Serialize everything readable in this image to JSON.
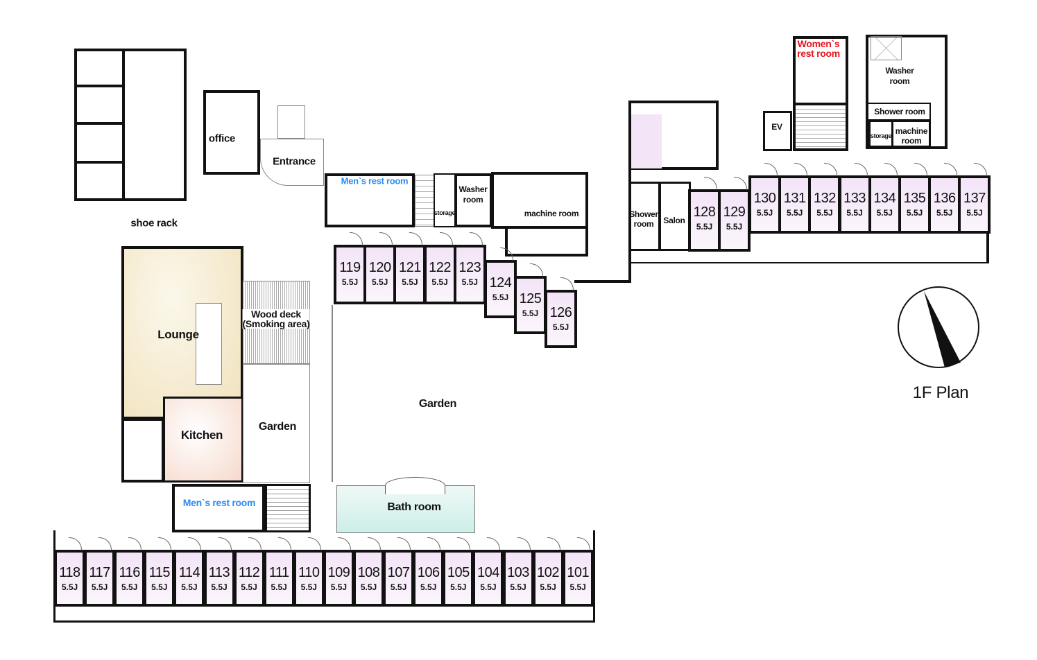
{
  "title": "1F Plan",
  "colors": {
    "room_fill": "#f3e4f7",
    "lounge_fill": "#f6ecd2",
    "kitchen_fill": "#f9e3dc",
    "bath_fill": "#dcf2ee",
    "mens_label": "#2a8cf0",
    "womens_label": "#e8141c"
  },
  "room_size": "5.5J",
  "rooms": {
    "bottom_row": [
      "118",
      "117",
      "116",
      "115",
      "114",
      "113",
      "112",
      "111",
      "110",
      "109",
      "108",
      "107",
      "106",
      "105",
      "104",
      "103",
      "102",
      "101"
    ],
    "middle_row": [
      "119",
      "120",
      "121",
      "122",
      "123"
    ],
    "stepped": [
      "124",
      "125",
      "126"
    ],
    "east_pair": [
      "128",
      "129"
    ],
    "east_row": [
      "130",
      "131",
      "132",
      "133",
      "134",
      "135",
      "136",
      "137"
    ]
  },
  "labels": {
    "office": "office",
    "entrance": "Entrance",
    "shoe_rack": "shoe rack",
    "lounge": "Lounge",
    "kitchen": "Kitchen",
    "wood_deck": "Wood deck",
    "smoking_area": "(Smoking area)",
    "garden_left": "Garden",
    "garden_center": "Garden",
    "bath_room": "Bath room",
    "mens_rest_room_bottom": "Men`s rest room",
    "mens_rest_room_top": "Men`s rest room",
    "storage_mid": "storage",
    "washer_room_mid": "Washer room",
    "machine_room_mid": "machine room",
    "shower_room_east": "Shower room",
    "salon": "Salon",
    "womens_rest_room": "Women`s rest room",
    "ev": "EV",
    "washer_room_ne": "Washer room",
    "shower_room_ne": "Shower room",
    "storage_ne": "storage",
    "machine_room_ne": "machine room"
  }
}
